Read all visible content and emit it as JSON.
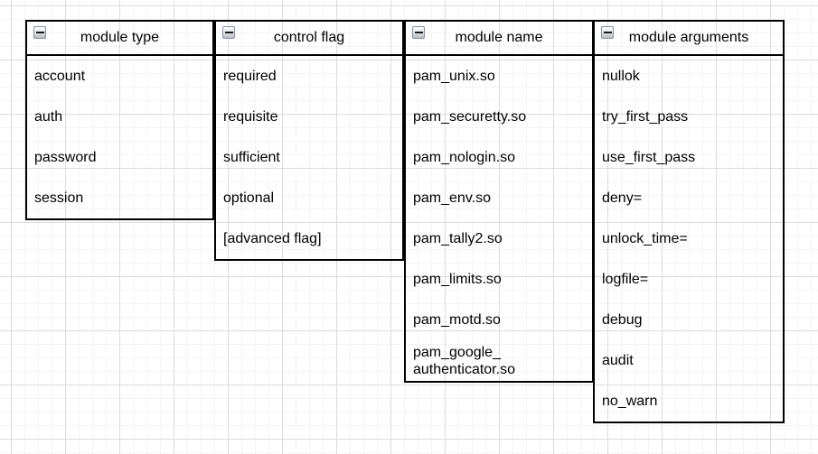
{
  "canvas": {
    "background_color": "#ffffff",
    "grid_minor_color": "#f4f4f4",
    "grid_major_color": "#dcdcdc"
  },
  "colors": {
    "shape_border": "#000000",
    "text": "#000000",
    "collapse_icon_border": "#8292a5"
  },
  "icons": {
    "collapse_glyph": "−"
  },
  "panels": [
    {
      "title": "module type",
      "items": [
        "account",
        "auth",
        "password",
        "session"
      ]
    },
    {
      "title": "control flag",
      "items": [
        "required",
        "requisite",
        "sufficient",
        "optional",
        "[advanced flag]"
      ]
    },
    {
      "title": "module name",
      "items": [
        "pam_unix.so",
        "pam_securetty.so",
        "pam_nologin.so",
        "pam_env.so",
        "pam_tally2.so",
        "pam_limits.so",
        "pam_motd.so",
        "pam_google_\nauthenticator.so"
      ]
    },
    {
      "title": "module arguments",
      "items": [
        "nullok",
        "try_first_pass",
        "use_first_pass",
        "deny=",
        "unlock_time=",
        "logfile=",
        "debug",
        "audit",
        "no_warn"
      ]
    }
  ]
}
